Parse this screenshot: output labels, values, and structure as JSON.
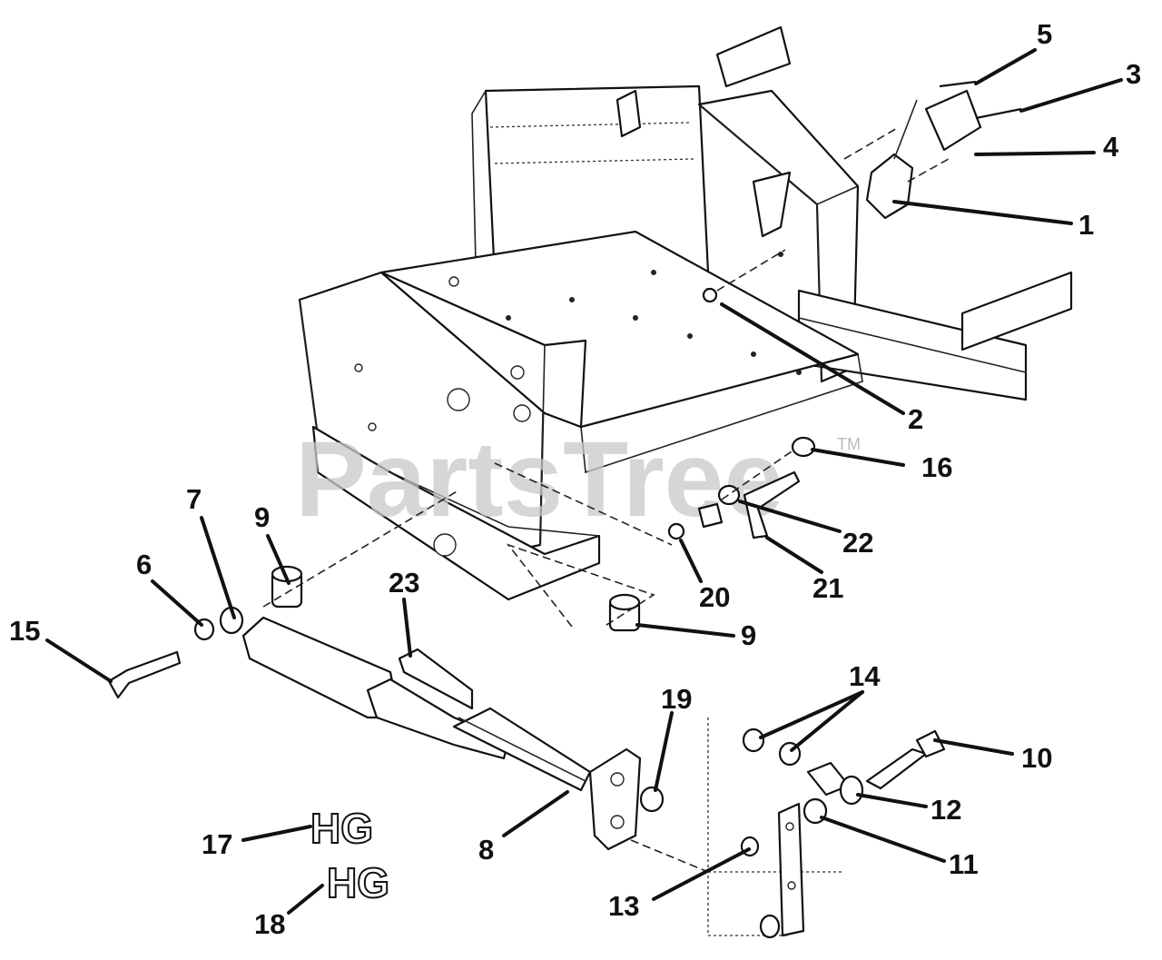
{
  "watermark": {
    "text": "PartsTree",
    "trademark": "TM"
  },
  "decals": [
    {
      "id": "17",
      "text": "HG"
    },
    {
      "id": "18",
      "text": "HG"
    }
  ],
  "callouts": [
    {
      "id": "c1",
      "label": "1"
    },
    {
      "id": "c2",
      "label": "2"
    },
    {
      "id": "c3",
      "label": "3"
    },
    {
      "id": "c4",
      "label": "4"
    },
    {
      "id": "c5",
      "label": "5"
    },
    {
      "id": "c6",
      "label": "6"
    },
    {
      "id": "c7",
      "label": "7"
    },
    {
      "id": "c8",
      "label": "8"
    },
    {
      "id": "c9a",
      "label": "9"
    },
    {
      "id": "c9b",
      "label": "9"
    },
    {
      "id": "c10",
      "label": "10"
    },
    {
      "id": "c11",
      "label": "11"
    },
    {
      "id": "c12",
      "label": "12"
    },
    {
      "id": "c13",
      "label": "13"
    },
    {
      "id": "c14",
      "label": "14"
    },
    {
      "id": "c15",
      "label": "15"
    },
    {
      "id": "c16",
      "label": "16"
    },
    {
      "id": "c17",
      "label": "17"
    },
    {
      "id": "c18",
      "label": "18"
    },
    {
      "id": "c19",
      "label": "19"
    },
    {
      "id": "c20",
      "label": "20"
    },
    {
      "id": "c21",
      "label": "21"
    },
    {
      "id": "c22",
      "label": "22"
    },
    {
      "id": "c23",
      "label": "23"
    }
  ]
}
